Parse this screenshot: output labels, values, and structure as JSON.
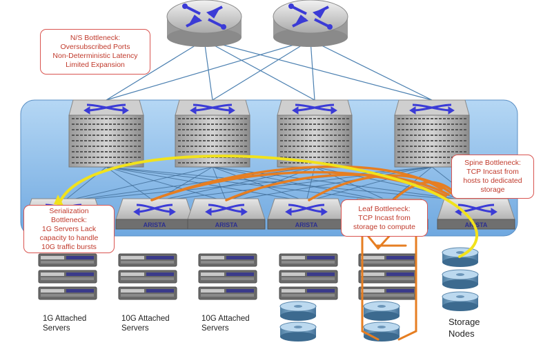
{
  "callouts": {
    "ns_bottleneck": [
      "N/S Bottleneck:",
      "Oversubscribed Ports",
      "Non-Deterministic Latency",
      "Limited Expansion"
    ],
    "serialization_bottleneck": [
      "Serialization",
      "Bottleneck:",
      "1G Servers Lack",
      "capacity to handle",
      "10G traffic bursts"
    ],
    "leaf_bottleneck": [
      "Leaf Bottleneck:",
      "TCP Incast from",
      "storage to compute"
    ],
    "spine_bottleneck": [
      "Spine Bottleneck:",
      "TCP Incast from",
      "hosts to dedicated",
      "storage"
    ]
  },
  "leaf_switch_brand": "ARISTA",
  "labels": {
    "group_1g": [
      "1G Attached",
      "Servers"
    ],
    "group_10g_a": [
      "10G Attached",
      "Servers"
    ],
    "group_10g_b": [
      "10G Attached",
      "Servers"
    ],
    "storage_nodes": [
      "Storage",
      "Nodes"
    ]
  },
  "colors": {
    "callout_border": "#d9534f",
    "callout_text": "#c0392b",
    "fabric_panel": "#8fc0ec",
    "link_blue": "#4a7fb0",
    "traffic_orange": "#e67e22",
    "traffic_yellow": "#f1e21c",
    "switch_arrows": "#3b3bd6"
  }
}
